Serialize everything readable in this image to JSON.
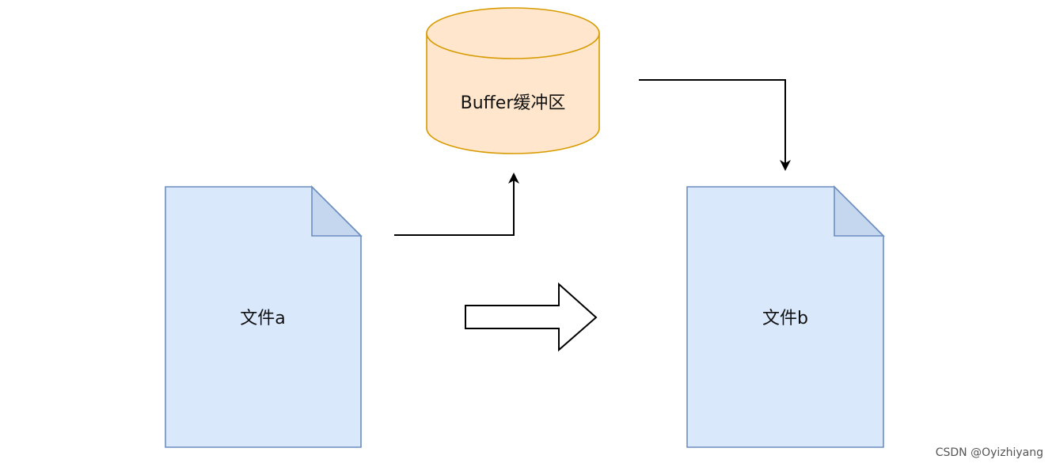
{
  "nodes": {
    "buffer": {
      "label": "Buffer缓冲区"
    },
    "file_a": {
      "label": "文件a"
    },
    "file_b": {
      "label": "文件b"
    }
  },
  "edges": [
    {
      "from": "file_a",
      "to": "buffer",
      "style": "line-arrow"
    },
    {
      "from": "buffer",
      "to": "file_b",
      "style": "line-arrow"
    },
    {
      "from": "file_a",
      "to": "file_b",
      "style": "block-arrow"
    }
  ],
  "colors": {
    "buffer_fill": "#ffe6cc",
    "buffer_stroke": "#d79b00",
    "file_fill": "#dae8fc",
    "file_fold_fill": "#c5d6ef",
    "file_stroke": "#6c8ebf",
    "line": "#000000"
  },
  "watermark": "CSDN @Oyizhiyang"
}
